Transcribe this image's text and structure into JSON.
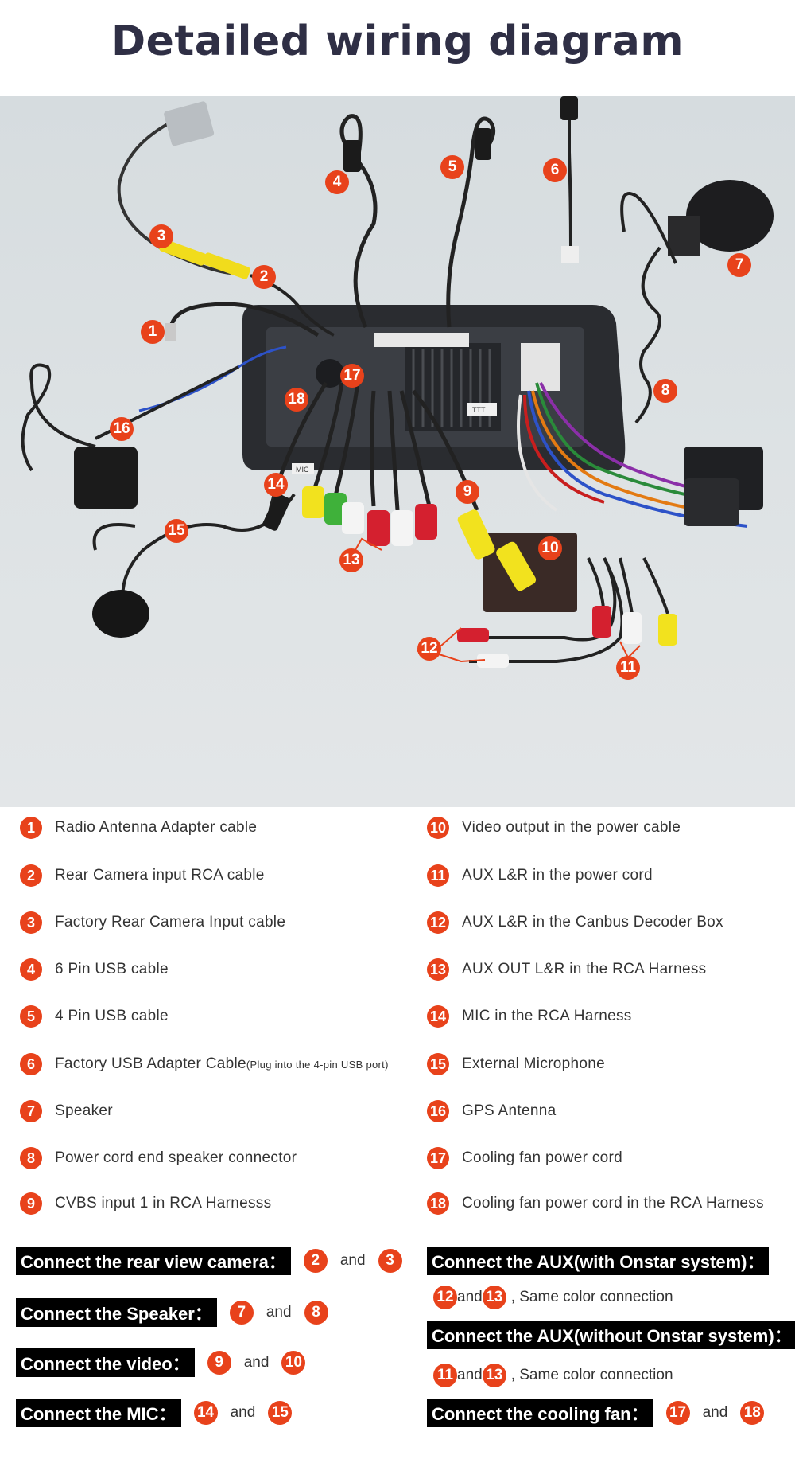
{
  "title": "Detailed wiring diagram",
  "photo_badges": [
    "1",
    "2",
    "3",
    "4",
    "5",
    "6",
    "7",
    "8",
    "9",
    "10",
    "11",
    "12",
    "13",
    "14",
    "15",
    "16",
    "17",
    "18"
  ],
  "photo_labels": {
    "hd": "MIC",
    "box": "TTT"
  },
  "legend": [
    {
      "num": "1",
      "text": "Radio Antenna Adapter cable"
    },
    {
      "num": "2",
      "text": "Rear Camera input RCA cable"
    },
    {
      "num": "3",
      "text": "Factory Rear Camera Input cable"
    },
    {
      "num": "4",
      "text": "6 Pin USB cable"
    },
    {
      "num": "5",
      "text": "4 Pin USB cable"
    },
    {
      "num": "6",
      "text": "Factory USB Adapter Cable",
      "note": "(Plug into the 4-pin USB port)"
    },
    {
      "num": "7",
      "text": "Speaker"
    },
    {
      "num": "8",
      "text": "Power cord end speaker connector"
    },
    {
      "num": "9",
      "text": "CVBS input 1 in RCA Harnesss"
    },
    {
      "num": "10",
      "text": "Video output in the power cable"
    },
    {
      "num": "11",
      "text": "AUX L&R in the power cord"
    },
    {
      "num": "12",
      "text": "AUX L&R in the Canbus Decoder Box"
    },
    {
      "num": "13",
      "text": "AUX OUT L&R in the RCA Harness"
    },
    {
      "num": "14",
      "text": "MIC in the RCA Harness"
    },
    {
      "num": "15",
      "text": "External Microphone"
    },
    {
      "num": "16",
      "text": "GPS Antenna"
    },
    {
      "num": "17",
      "text": "Cooling fan power cord"
    },
    {
      "num": "18",
      "text": "Cooling fan power cord in the RCA Harness"
    }
  ],
  "connections": {
    "and": "and",
    "same": ", Same color connection",
    "camera": {
      "label": "Connect the rear view camera：",
      "a": "2",
      "b": "3"
    },
    "speaker": {
      "label": "Connect the Speaker：",
      "a": "7",
      "b": "8"
    },
    "video": {
      "label": "Connect the video：",
      "a": "9",
      "b": "10"
    },
    "mic": {
      "label": "Connect the MIC：",
      "a": "14",
      "b": "15"
    },
    "aux_onstar": {
      "label": "Connect the AUX(with Onstar system)：",
      "a": "12",
      "b": "13"
    },
    "aux_no_onstar": {
      "label": "Connect the AUX(without Onstar system)：",
      "a": "11",
      "b": "13"
    },
    "fan": {
      "label": "Connect the cooling fan：",
      "a": "17",
      "b": "18"
    }
  },
  "colors": {
    "badge": "#e8421b",
    "title": "#2f2f45",
    "label_bg": "#000000"
  }
}
